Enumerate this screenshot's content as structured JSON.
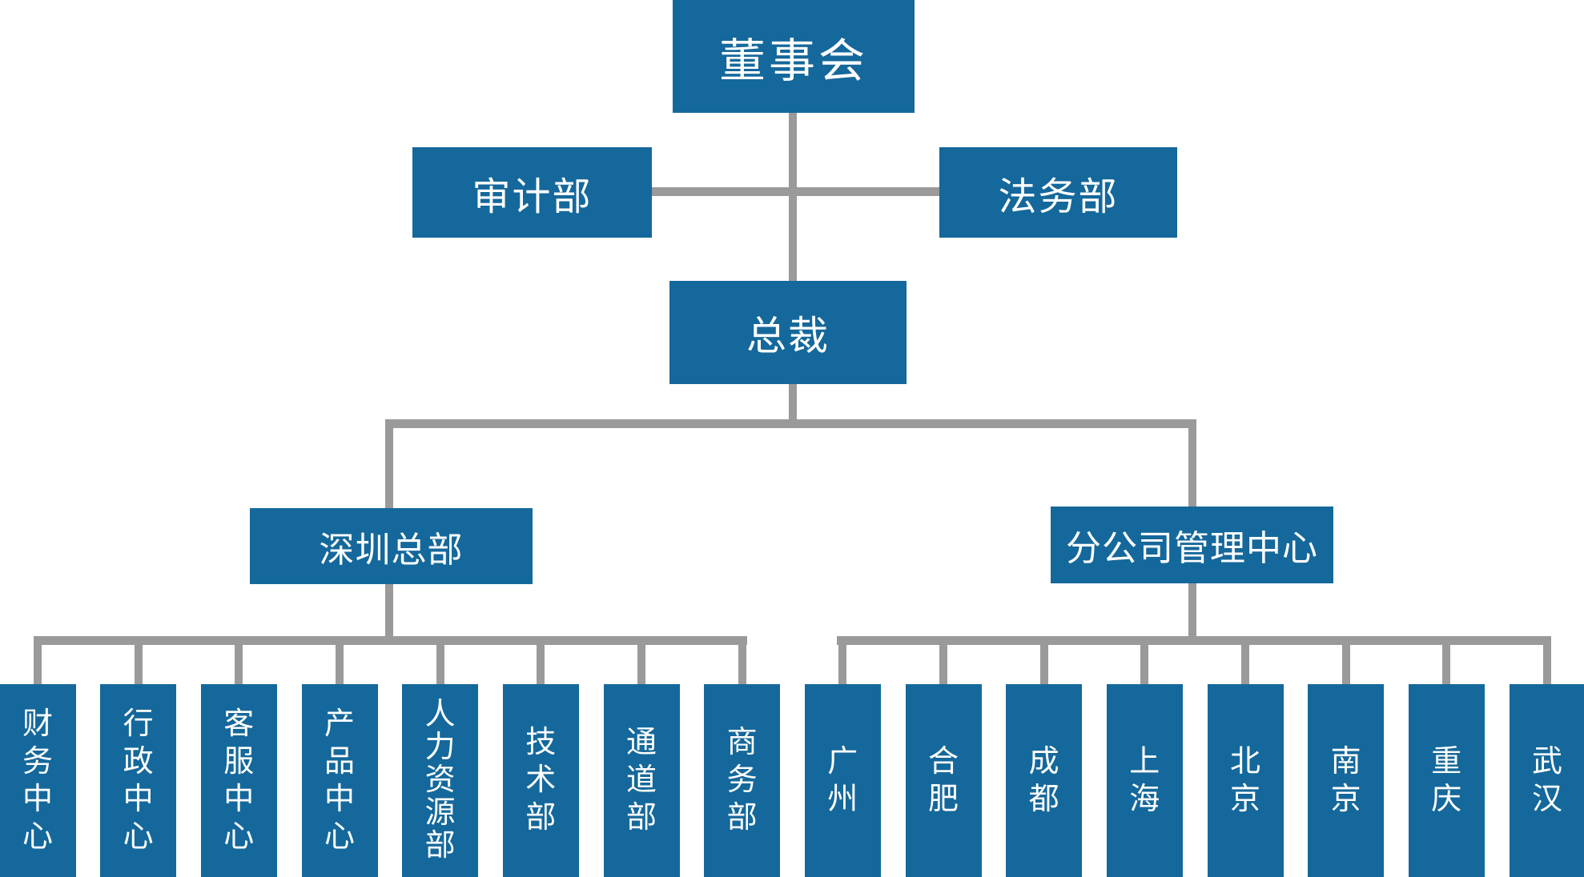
{
  "org": {
    "board": "董事会",
    "audit": "审计部",
    "legal": "法务部",
    "president": "总裁",
    "divisions": [
      {
        "label": "深圳总部",
        "children": [
          "财务中心",
          "行政中心",
          "客服中心",
          "产品中心",
          "人力资源部",
          "技术部",
          "通道部",
          "商务部"
        ]
      },
      {
        "label": "分公司管理中心",
        "children": [
          "广州",
          "合肥",
          "成都",
          "上海",
          "北京",
          "南京",
          "重庆",
          "武汉"
        ]
      }
    ]
  },
  "colors": {
    "node_fill": "#15689b",
    "connector": "#9a9a9a",
    "label_text": "#ffffff",
    "background": "#ffffff"
  }
}
